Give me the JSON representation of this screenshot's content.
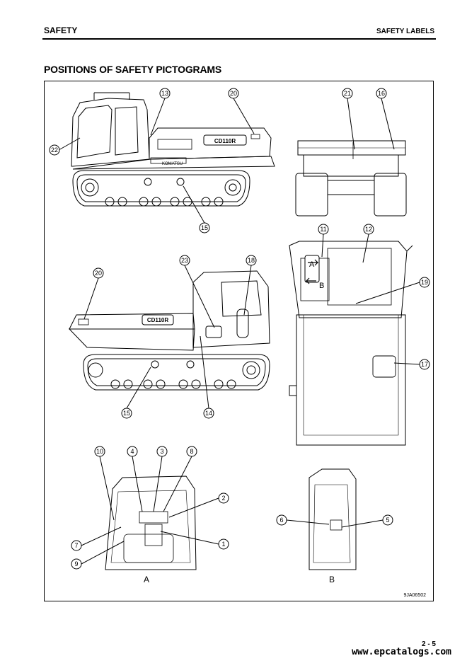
{
  "header": {
    "section": "SAFETY",
    "topic": "SAFETY LABELS"
  },
  "page_title": "POSITIONS OF SAFETY PICTOGRAMS",
  "figure": {
    "reference_code": "9JA06502",
    "view_labels": {
      "a": "A",
      "b": "B"
    },
    "inset_letters": {
      "a": "A",
      "b": "B"
    },
    "model_badge": "CD110R",
    "brand": "KOMATSU",
    "callouts": [
      "1",
      "2",
      "3",
      "4",
      "5",
      "6",
      "7",
      "8",
      "9",
      "10",
      "11",
      "12",
      "13",
      "14",
      "15",
      "16",
      "17",
      "18",
      "19",
      "20",
      "21",
      "22",
      "23"
    ]
  },
  "footer": {
    "page_number": "2 - 5",
    "website": "www.epcatalogs.com"
  }
}
